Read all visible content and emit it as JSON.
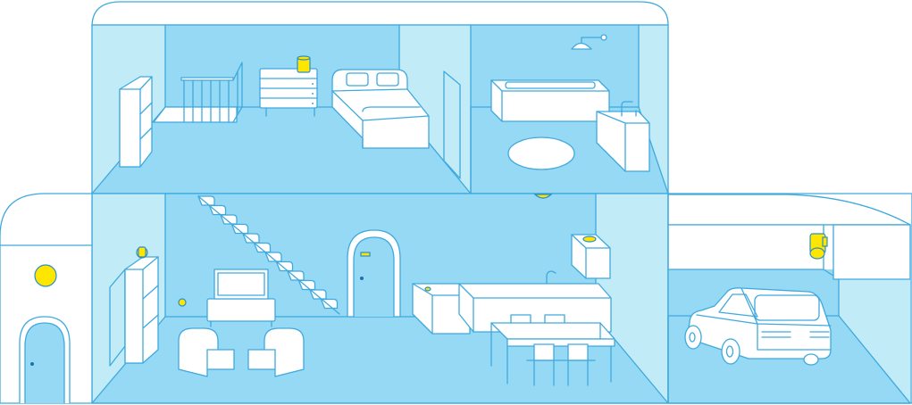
{
  "colors": {
    "back_wall": "#95d9f5",
    "side_wall": "#c2ebf8",
    "outline": "#3fa9dd",
    "device": "#ffe600",
    "furniture": "#ffffff"
  },
  "rooms": [
    "bedroom",
    "bathroom",
    "living-room",
    "kitchen",
    "entrance",
    "garage"
  ],
  "devices": [
    "smart-speaker-icon",
    "ceiling-sensor-icon",
    "smoke-detector-icon",
    "security-camera-icon",
    "motion-sensor-icon",
    "thermostat-icon",
    "doorbell-icon",
    "smart-lock-icon"
  ]
}
